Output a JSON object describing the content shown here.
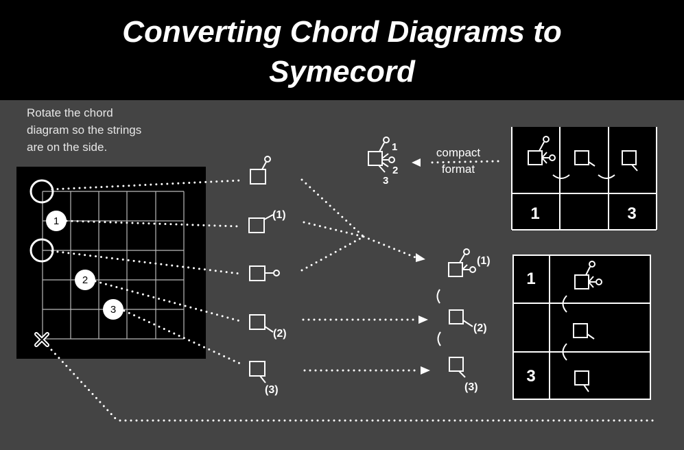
{
  "title": {
    "line1": "Converting Chord Diagrams to",
    "line2": "Symecord"
  },
  "instruction": {
    "line1": "Rotate the chord",
    "line2": "diagram so  the strings",
    "line3": "are on the side."
  },
  "chord_diagram": {
    "finger_numbers": [
      "1",
      "2",
      "3"
    ],
    "open_marker": "O",
    "muted_marker": "X"
  },
  "symbol_labels": {
    "s2": "(1)",
    "s4": "(2)",
    "s5": "(3)"
  },
  "compact": {
    "label_line1": "compact",
    "label_line2": "format",
    "num1": "1",
    "num2": "2",
    "num3": "3"
  },
  "merged_labels": {
    "a": "(1)",
    "b": "(2)",
    "c": "(3)"
  },
  "table_top": {
    "cells": [
      "1",
      "",
      "3"
    ]
  },
  "table_right": {
    "rows": [
      "1",
      "",
      "3"
    ]
  }
}
